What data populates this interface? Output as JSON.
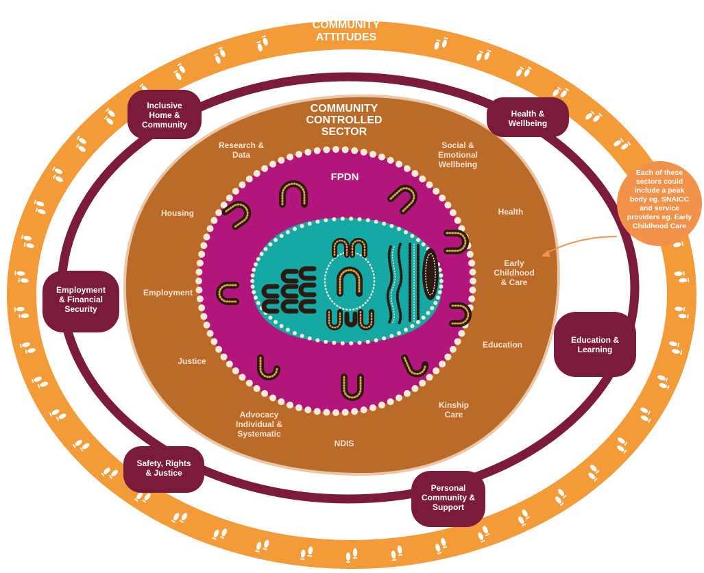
{
  "colors": {
    "outer_ring": "#f29b38",
    "maroon": "#7b1a3a",
    "sector_brown": "#bb6a28",
    "sector_edge": "#e8c8a8",
    "fpdn_magenta": "#b2167a",
    "core_teal": "#16a8a2",
    "dot_cream": "#f3ead8",
    "symbol_dark": "#2a1a12",
    "symbol_ochre": "#d9a441",
    "note_bubble": "#f2924a"
  },
  "outer_ring": {
    "title_line1": "COMMUNITY",
    "title_line2": "ATTITUDES",
    "pattern_icon": "footprints-icon"
  },
  "domains": [
    {
      "id": "inclusive-home",
      "lines": [
        "Inclusive",
        "Home &",
        "Community"
      ]
    },
    {
      "id": "health-wellbeing",
      "lines": [
        "Health &",
        "Wellbeing"
      ]
    },
    {
      "id": "employment-financial",
      "lines": [
        "Employment",
        "& Financial",
        "Security"
      ]
    },
    {
      "id": "education-learning",
      "lines": [
        "Education &",
        "Learning"
      ]
    },
    {
      "id": "safety-rights",
      "lines": [
        "Safety, Rights",
        "& Justice"
      ]
    },
    {
      "id": "personal-community",
      "lines": [
        "Personal",
        "Community &",
        "Support"
      ]
    }
  ],
  "sector": {
    "title_lines": [
      "COMMUNITY",
      "CONTROLLED",
      "SECTOR"
    ],
    "labels": [
      {
        "id": "research",
        "lines": [
          "Research &",
          "Data"
        ]
      },
      {
        "id": "social",
        "lines": [
          "Social &",
          "Emotional",
          "Wellbeing"
        ]
      },
      {
        "id": "housing",
        "lines": [
          "Housing"
        ]
      },
      {
        "id": "health",
        "lines": [
          "Health"
        ]
      },
      {
        "id": "early-childhood",
        "lines": [
          "Early",
          "Childhood",
          "& Care"
        ]
      },
      {
        "id": "employment",
        "lines": [
          "Employment"
        ]
      },
      {
        "id": "education",
        "lines": [
          "Education"
        ]
      },
      {
        "id": "justice",
        "lines": [
          "Justice"
        ]
      },
      {
        "id": "kinship",
        "lines": [
          "Kinship",
          "Care"
        ]
      },
      {
        "id": "advocacy",
        "lines": [
          "Advocacy",
          "Individual &",
          "Systematic"
        ]
      },
      {
        "id": "ndis",
        "lines": [
          "NDIS"
        ]
      }
    ]
  },
  "fpdn": {
    "label": "FPDN",
    "pattern_icon": "aboriginal-dot-art-icon"
  },
  "note": {
    "lines": [
      "Each of these",
      "sectors could",
      "include a peak",
      "body eg. SNAICC",
      "and service",
      "providers eg. Early",
      "Childhood Care"
    ]
  }
}
